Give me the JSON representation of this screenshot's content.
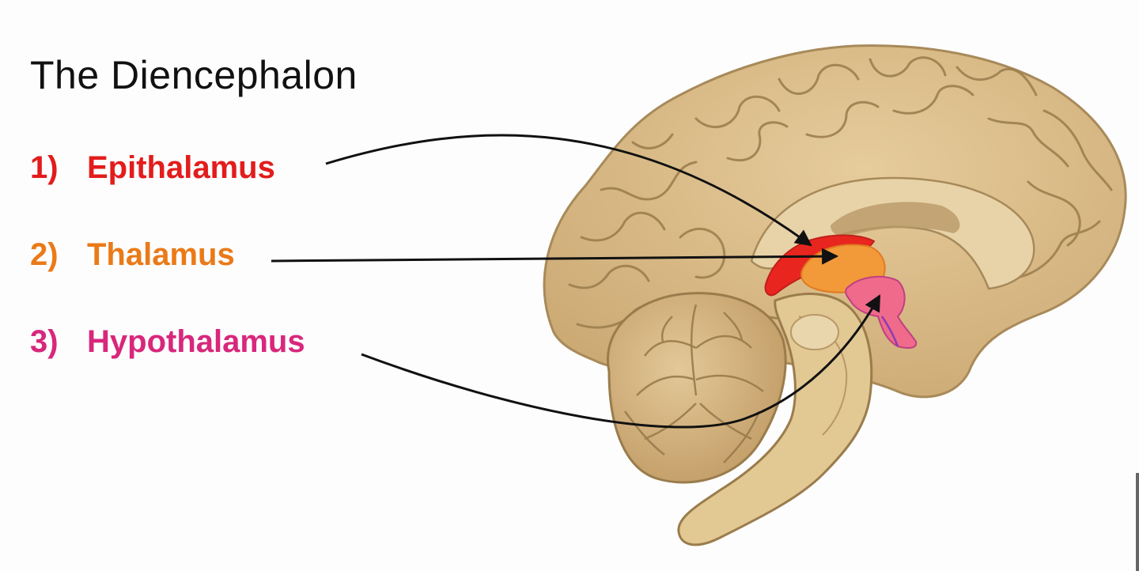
{
  "slide": {
    "title": "The Diencephalon",
    "items": [
      {
        "number": "1)",
        "label": "Epithalamus",
        "color": "#e31c1c"
      },
      {
        "number": "2)",
        "label": "Thalamus",
        "color": "#ea7a18"
      },
      {
        "number": "3)",
        "label": "Hypothalamus",
        "color": "#d8277c"
      }
    ]
  },
  "colors": {
    "brain": "#dcc08c",
    "brain_edge": "#a88a5a",
    "arrow": "#111111",
    "epithalamus_region": "#e8261f",
    "thalamus_region": "#f29a3a",
    "hypothalamus_region": "#f06a8c"
  }
}
